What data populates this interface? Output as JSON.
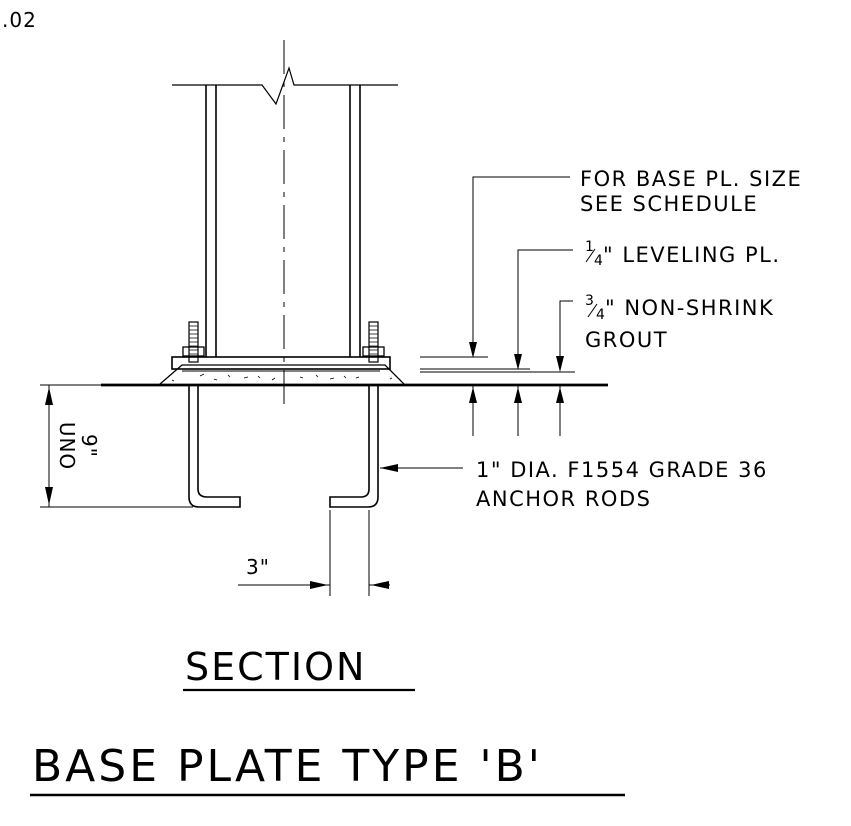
{
  "sheet": {
    "ref": ".02"
  },
  "notes": {
    "base_pl_line1": "FOR BASE PL. SIZE",
    "base_pl_line2": "SEE SCHEDULE",
    "leveling_frac_num": "1",
    "leveling_frac_den": "4",
    "leveling_rest": "\" LEVELING PL.",
    "grout_frac_num": "3",
    "grout_frac_den": "4",
    "grout_rest": "\" NON-SHRINK",
    "grout_line2": "GROUT",
    "anchor_line1": "1\" DIA. F1554 GRADE 36",
    "anchor_line2": "ANCHOR RODS"
  },
  "dimensions": {
    "embed": "9\"",
    "embed_note": "UNO",
    "hook": "3\""
  },
  "titles": {
    "section": "SECTION",
    "detail": "BASE PLATE TYPE 'B'"
  }
}
